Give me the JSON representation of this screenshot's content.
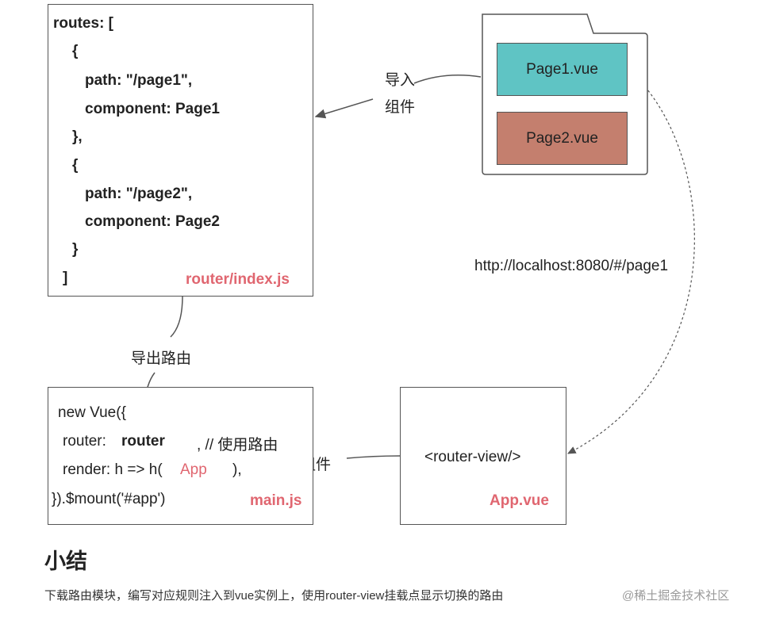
{
  "router_index": {
    "lines": [
      "routes: [",
      "{",
      "path: \"/page1\",",
      "component: Page1",
      "},",
      "{",
      "path: \"/page2\",",
      "component: Page2",
      "}",
      "]"
    ],
    "filename": "router/index.js"
  },
  "folder": {
    "page1": "Page1.vue",
    "page2": "Page2.vue",
    "page1_color": "#5fc4c4",
    "page2_color": "#c47f6e"
  },
  "labels": {
    "import_line1": "导入",
    "import_line2": "组件",
    "export_routes": "导出路由",
    "url": "http://localhost:8080/#/page1",
    "root_component": "根组件"
  },
  "main_js": {
    "line1": "new Vue({",
    "line2_key": "router:",
    "line2_value": "router",
    "line2_comment": ", // 使用路由",
    "line3_prefix": "render: h => h(",
    "line3_app": "App",
    "line3_suffix": "),",
    "line4": "}).$mount('#app')",
    "filename": "main.js"
  },
  "app_vue": {
    "tag": "<router-view/>",
    "filename": "App.vue"
  },
  "summary": {
    "heading": "小结",
    "text": "下载路由模块，编写对应规则注入到vue实例上，使用router-view挂载点显示切换的路由",
    "watermark": "@稀土掘金技术社区"
  },
  "colors": {
    "accent_pink": "#e06670",
    "stroke": "#555555"
  }
}
